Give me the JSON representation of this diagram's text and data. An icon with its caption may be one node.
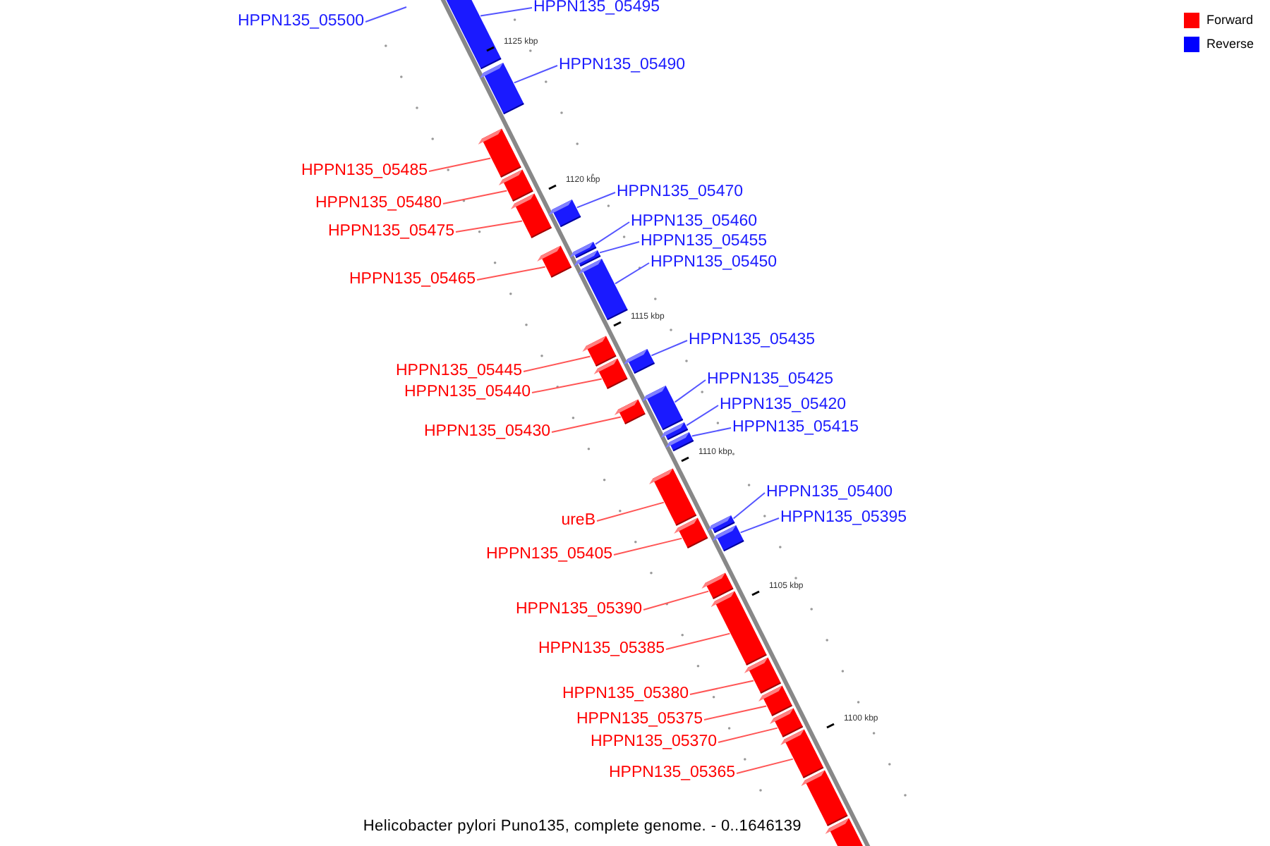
{
  "diagram": {
    "caption": "Helicobacter pylori Puno135, complete genome. - 0..1646139",
    "nodes": [
      {
        "text": [
          "HPPN135_05500"
        ]
      },
      {
        "text": [
          "HPPN135_05495"
        ]
      },
      {
        "text": [],
        "shape": "bar"
      },
      {
        "text": [
          "HPPN135_05490"
        ]
      },
      {
        "text": [],
        "shape": "bar"
      },
      {
        "text": [
          "HPPN135_05485"
        ]
      },
      {
        "text": [],
        "shape": "bar"
      },
      {
        "text": [
          "HPPN135_05480"
        ]
      },
      {
        "text": [],
        "shape": "bar"
      },
      {
        "text": [
          "HPPN135_05475"
        ]
      },
      {
        "text": [],
        "shape": "bar"
      },
      {
        "text": [
          "HPPN135_05470"
        ]
      },
      {
        "text": [],
        "shape": "bar"
      },
      {
        "text": [
          "HPPN135_05465"
        ]
      },
      {
        "text": [],
        "shape": "bar"
      },
      {
        "text": [
          "HPPN135_05460"
        ]
      },
      {
        "text": [],
        "shape": "bar"
      },
      {
        "text": [
          "HPPN135_05455"
        ]
      },
      {
        "text": [],
        "shape": "bar"
      },
      {
        "text": [
          "HPPN135_05450"
        ]
      },
      {
        "text": [],
        "shape": "bar"
      },
      {
        "text": [
          "HPPN135_05445"
        ]
      },
      {
        "text": [],
        "shape": "bar"
      },
      {
        "text": [
          "HPPN135_05440"
        ]
      },
      {
        "text": [],
        "shape": "bar"
      },
      {
        "text": [
          "HPPN135_05435"
        ]
      },
      {
        "text": [],
        "shape": "bar"
      },
      {
        "text": [
          "HPPN135_05430"
        ]
      },
      {
        "text": [],
        "shape": "bar"
      },
      {
        "text": [
          "HPPN135_05425"
        ]
      },
      {
        "text": [],
        "shape": "bar"
      },
      {
        "text": [
          "HPPN135_05420"
        ]
      },
      {
        "text": [],
        "shape": "bar"
      },
      {
        "text": [
          "HPPN135_05415"
        ]
      },
      {
        "text": [],
        "shape": "bar"
      },
      {
        "text": [
          "ureB"
        ]
      },
      {
        "text": [],
        "shape": "bar"
      },
      {
        "text": [
          "HPPN135_05405"
        ]
      },
      {
        "text": [],
        "shape": "bar"
      },
      {
        "text": [
          "HPPN135_05400"
        ]
      },
      {
        "text": [],
        "shape": "bar"
      },
      {
        "text": [
          "HPPN135_05395"
        ]
      },
      {
        "text": [],
        "shape": "bar"
      },
      {
        "text": [
          "HPPN135_05390"
        ]
      },
      {
        "text": [],
        "shape": "bar"
      },
      {
        "text": [
          "HPPN135_05385"
        ]
      },
      {
        "text": [],
        "shape": "bar"
      },
      {
        "text": [
          "HPPN135_05380"
        ]
      },
      {
        "text": [],
        "shape": "bar"
      },
      {
        "text": [
          "HPPN135_05375"
        ]
      },
      {
        "text": [],
        "shape": "bar"
      },
      {
        "text": [
          "HPPN135_05370"
        ]
      },
      {
        "text": [],
        "shape": "bar"
      },
      {
        "text": [
          "HPPN135_05365"
        ]
      },
      {
        "text": [],
        "shape": "bar"
      },
      {
        "text": [],
        "shape": "bar"
      },
      {
        "text": [],
        "shape": "bar"
      }
    ],
    "edges": [
      {
        "from": 0,
        "to": null,
        "arrow": "none",
        "color": "#5555ff"
      },
      {
        "from": 1,
        "to": 2,
        "arrow": "none",
        "color": "#5555ff"
      },
      {
        "from": 3,
        "to": 4,
        "arrow": "none",
        "color": "#5555ff"
      },
      {
        "from": 5,
        "to": 6,
        "arrow": "none"
      },
      {
        "from": 7,
        "to": 8,
        "arrow": "none"
      },
      {
        "from": 9,
        "to": 10,
        "arrow": "none"
      },
      {
        "from": 11,
        "to": 12,
        "arrow": "none",
        "color": "#5555ff"
      },
      {
        "from": 13,
        "to": 14,
        "arrow": "none"
      },
      {
        "from": 15,
        "to": 16,
        "arrow": "none",
        "color": "#5555ff"
      },
      {
        "from": 17,
        "to": 18,
        "arrow": "none",
        "color": "#5555ff"
      },
      {
        "from": 19,
        "to": 20,
        "arrow": "none",
        "color": "#5555ff"
      },
      {
        "from": 21,
        "to": 22,
        "arrow": "none"
      },
      {
        "from": 23,
        "to": 24,
        "arrow": "none"
      },
      {
        "from": 25,
        "to": 26,
        "arrow": "none",
        "color": "#5555ff"
      },
      {
        "from": 27,
        "to": 28,
        "arrow": "none"
      },
      {
        "from": 29,
        "to": 30,
        "arrow": "none",
        "color": "#5555ff"
      },
      {
        "from": 31,
        "to": 32,
        "arrow": "none",
        "color": "#5555ff"
      },
      {
        "from": 33,
        "to": 34,
        "arrow": "none",
        "color": "#5555ff"
      },
      {
        "from": 35,
        "to": 36,
        "arrow": "none"
      },
      {
        "from": 37,
        "to": 38,
        "arrow": "none"
      },
      {
        "from": 39,
        "to": 40,
        "arrow": "none",
        "color": "#5555ff"
      },
      {
        "from": 41,
        "to": 42,
        "arrow": "none",
        "color": "#5555ff"
      },
      {
        "from": 43,
        "to": 44,
        "arrow": "none"
      },
      {
        "from": 45,
        "to": 46,
        "arrow": "none"
      },
      {
        "from": 47,
        "to": 48,
        "arrow": "none"
      },
      {
        "from": 49,
        "to": 50,
        "arrow": "none"
      },
      {
        "from": 51,
        "to": 52,
        "arrow": "none"
      },
      {
        "from": 53,
        "to": 54,
        "arrow": "none"
      }
    ],
    "labels": [
      "1125 kbp",
      "1120 kbp",
      "1115 kbp",
      "1110 kbp",
      "1105 kbp",
      "1100 kbp"
    ],
    "legend": [
      {
        "text": "Forward",
        "color": "#ff0000"
      },
      {
        "text": "Reverse",
        "color": "#0000ff"
      }
    ]
  }
}
